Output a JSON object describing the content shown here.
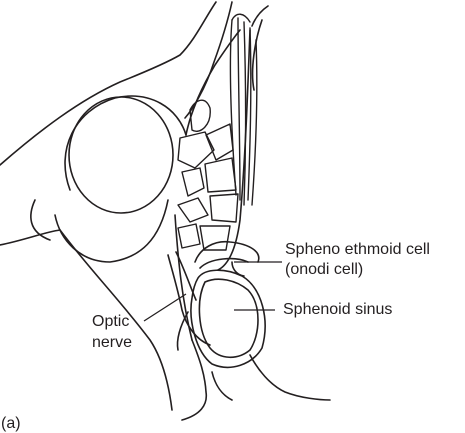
{
  "labels": {
    "spheno_ethmoid_line1": "Spheno ethmoid cell",
    "spheno_ethmoid_line2": "(onodi cell)",
    "sphenoid_sinus": "Sphenoid sinus",
    "optic_line1": "Optic",
    "optic_line2": "nerve",
    "panel": "(a)"
  },
  "colors": {
    "ink": "#231f20",
    "background": "#ffffff"
  }
}
